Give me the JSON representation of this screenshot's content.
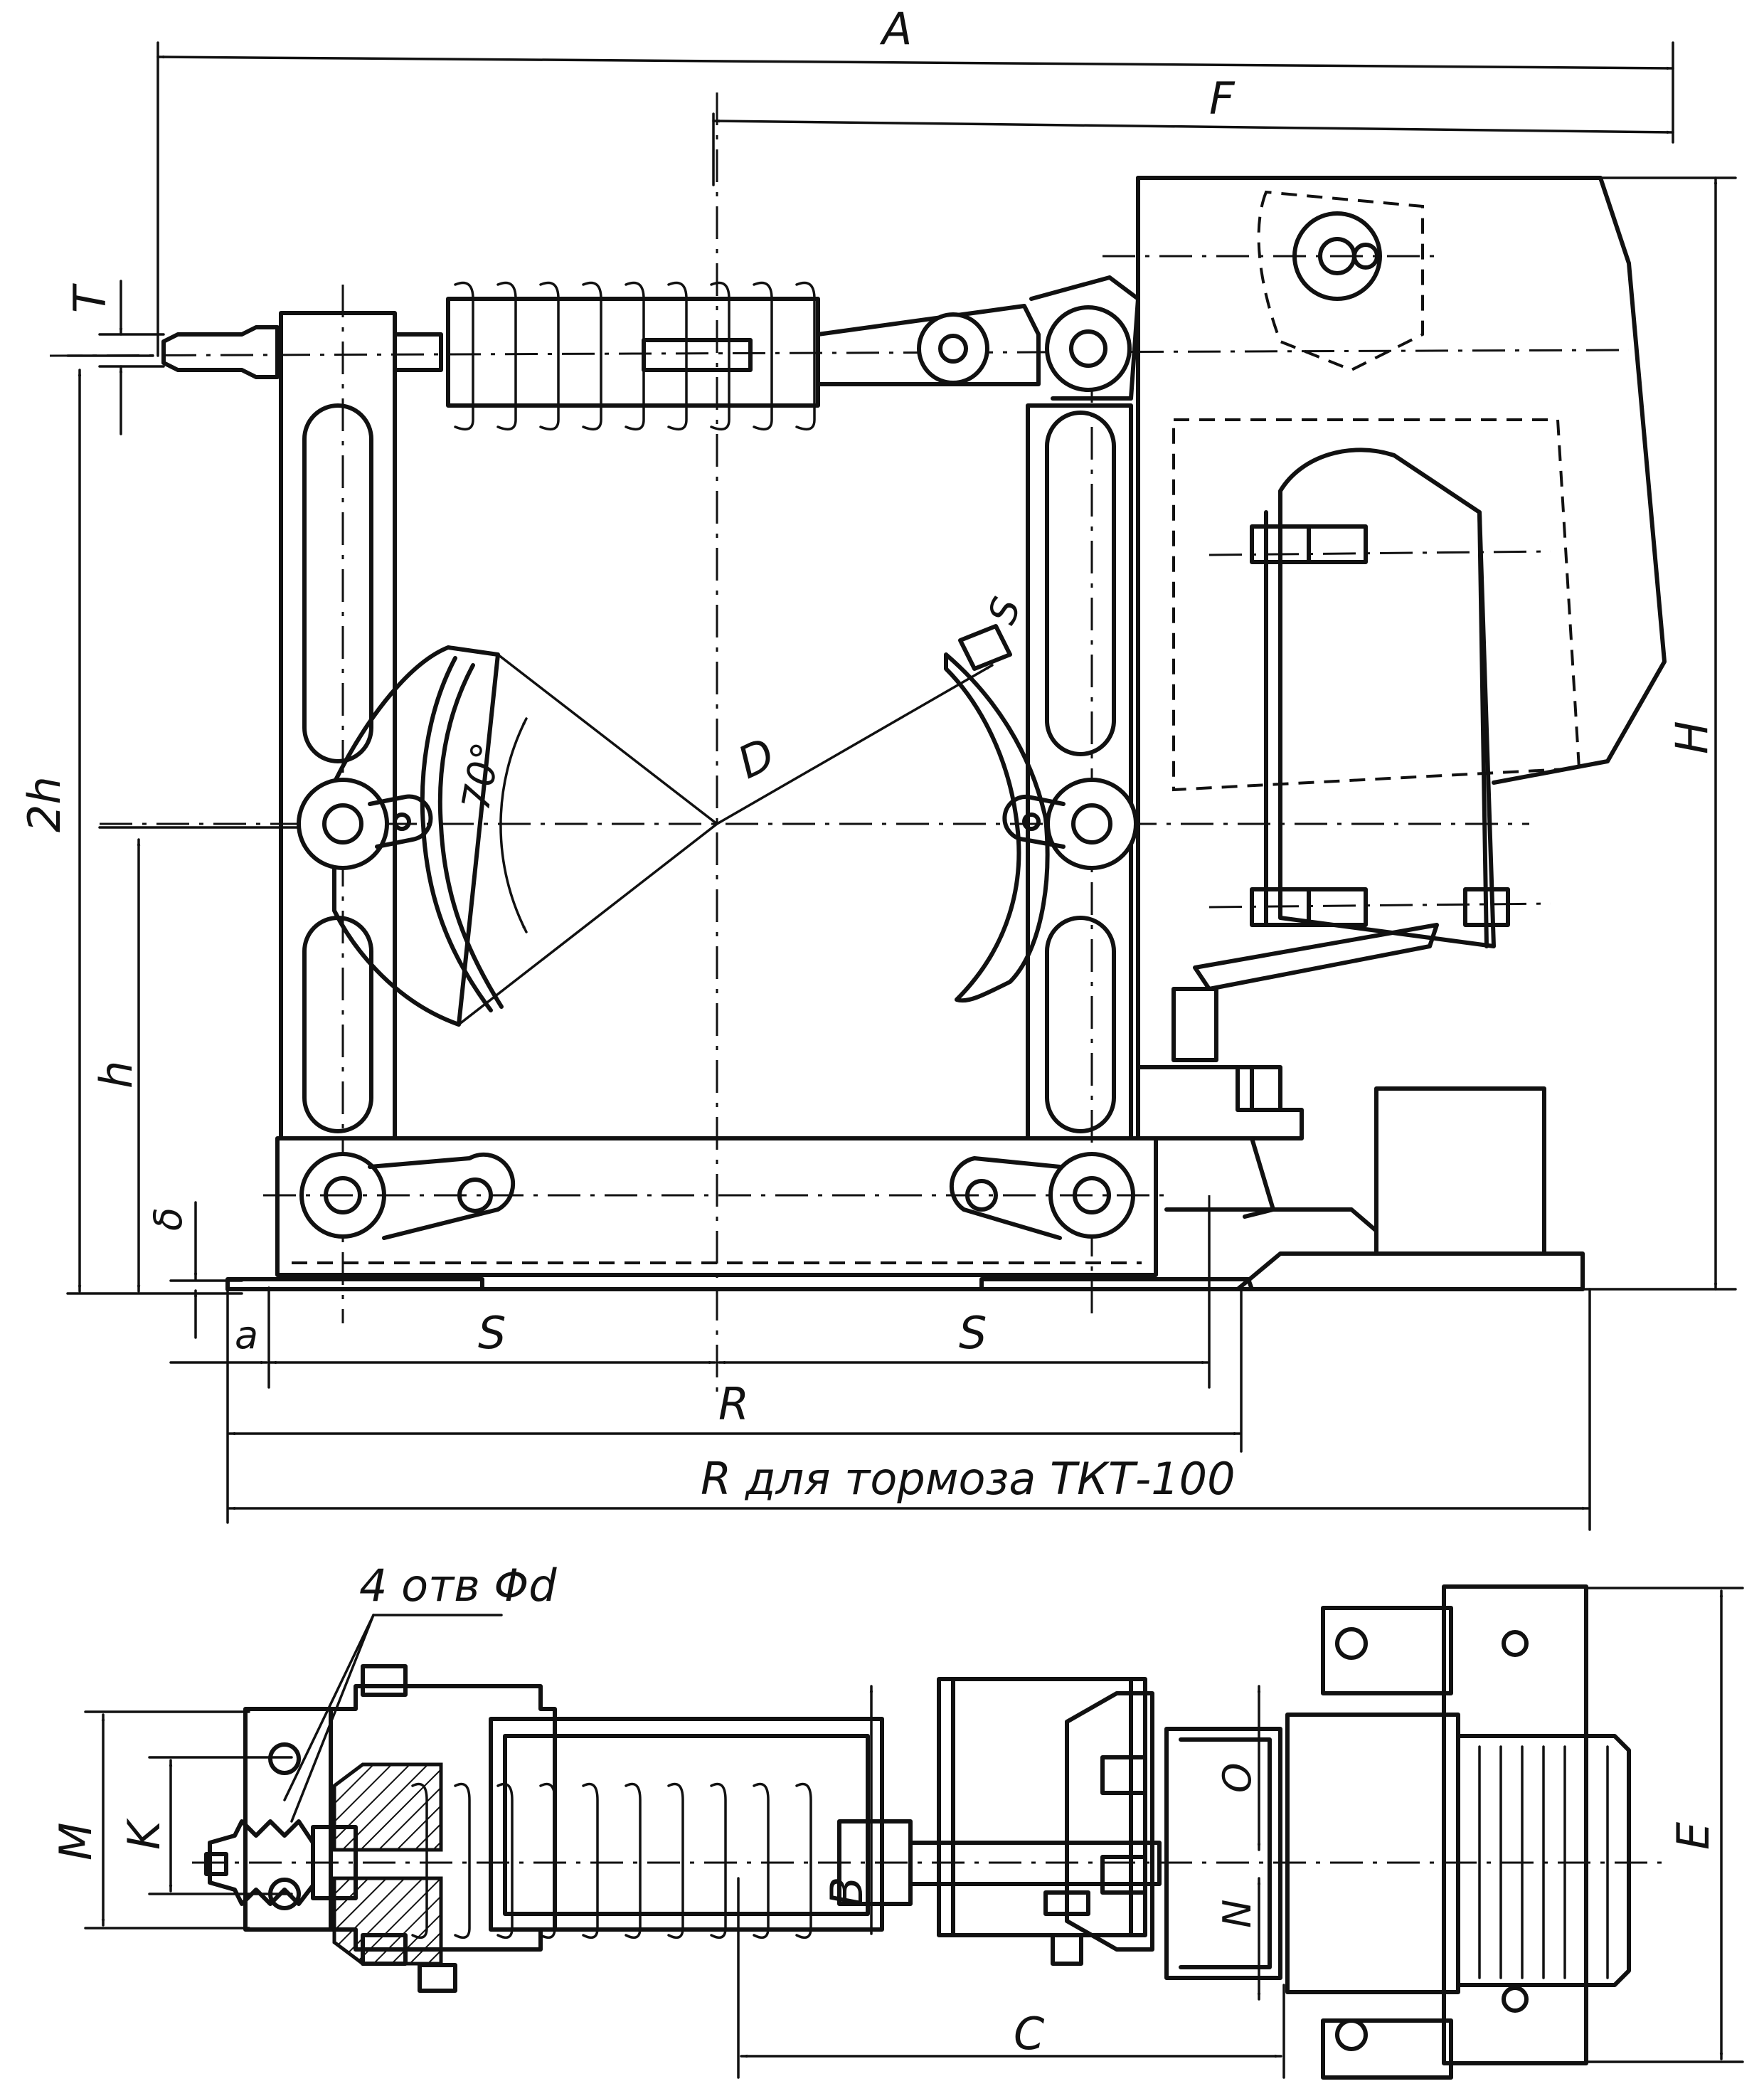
{
  "labels": {
    "A": "A",
    "F": "F",
    "T": "T",
    "two_h": "2h",
    "h": "h",
    "delta": "δ",
    "H": "H",
    "D": "D",
    "S_shoe": "S",
    "angle": "70°",
    "a": "a",
    "S_left": "S",
    "S_right": "S",
    "R": "R",
    "R_tkt": "R для тормоза  ТКТ-100",
    "holes": "4 отв  Φd",
    "M": "M",
    "K": "K",
    "B": "B",
    "C": "C",
    "O": "O",
    "N": "N",
    "E": "E"
  }
}
